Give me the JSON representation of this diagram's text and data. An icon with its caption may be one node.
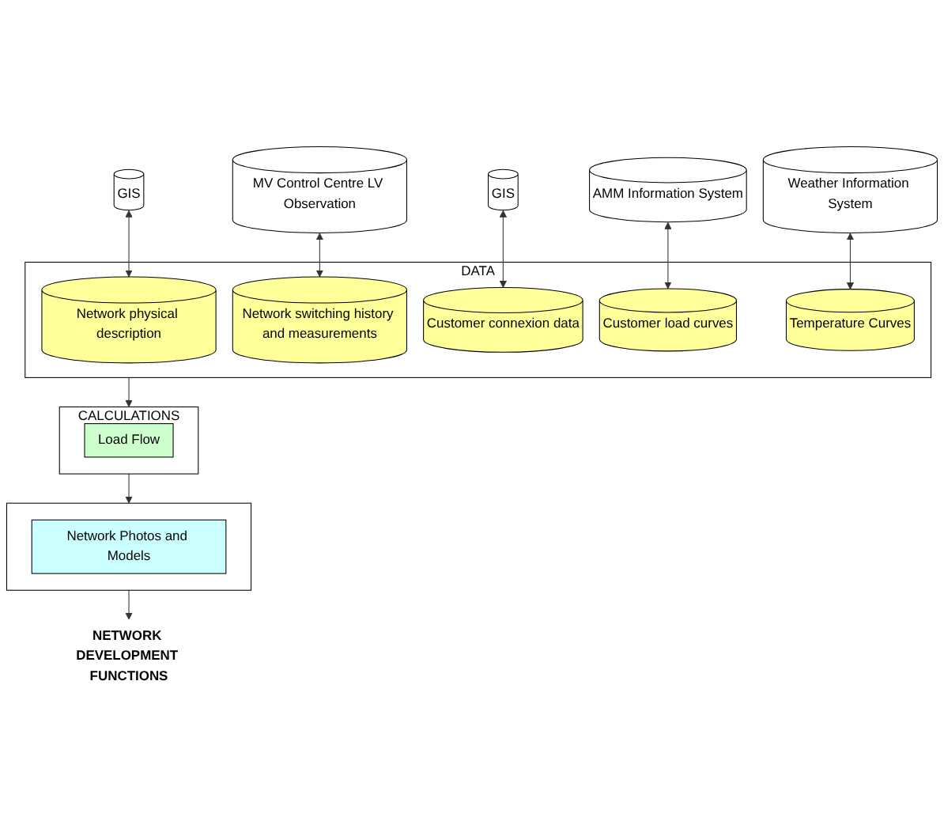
{
  "diagram": {
    "nodes": [
      {
        "text": [
          "GIS"
        ]
      },
      {
        "text": [
          "MV Control Centre LV Observation"
        ]
      },
      {
        "text": [
          "GIS"
        ]
      },
      {
        "text": [
          "AMM Information System"
        ]
      },
      {
        "text": [
          "Weather Information System"
        ]
      },
      {
        "text": [
          "DATA"
        ]
      },
      {
        "text": [
          "Network physical description"
        ],
        "in": 5
      },
      {
        "text": [
          "Network switching history and measurements"
        ],
        "in": 5
      },
      {
        "text": [
          "Customer connexion data"
        ],
        "in": 5
      },
      {
        "text": [
          "Customer load curves"
        ],
        "in": 5
      },
      {
        "text": [
          "Temperature Curves"
        ],
        "in": 5
      },
      {
        "text": [
          "CALCULATIONS"
        ]
      },
      {
        "text": [
          "Load Flow"
        ],
        "in": 11
      },
      {
        "text": [],
        "shape": "box"
      },
      {
        "text": [
          "Network Photos and Models"
        ],
        "in": 13
      },
      {
        "text": [
          "NETWORK DEVELOPMENT FUNCTIONS"
        ]
      }
    ],
    "edges": [
      {
        "from": 0,
        "to": 6,
        "arrow": "both"
      },
      {
        "from": 1,
        "to": 7,
        "arrow": "both"
      },
      {
        "from": 2,
        "to": 8,
        "arrow": "both"
      },
      {
        "from": 3,
        "to": 9,
        "arrow": "both"
      },
      {
        "from": 4,
        "to": 10,
        "arrow": "both"
      },
      {
        "from": 5,
        "to": 11,
        "arrow": "to"
      },
      {
        "from": 11,
        "to": 13,
        "arrow": "to"
      },
      {
        "from": 13,
        "to": 15,
        "arrow": "to"
      }
    ]
  }
}
